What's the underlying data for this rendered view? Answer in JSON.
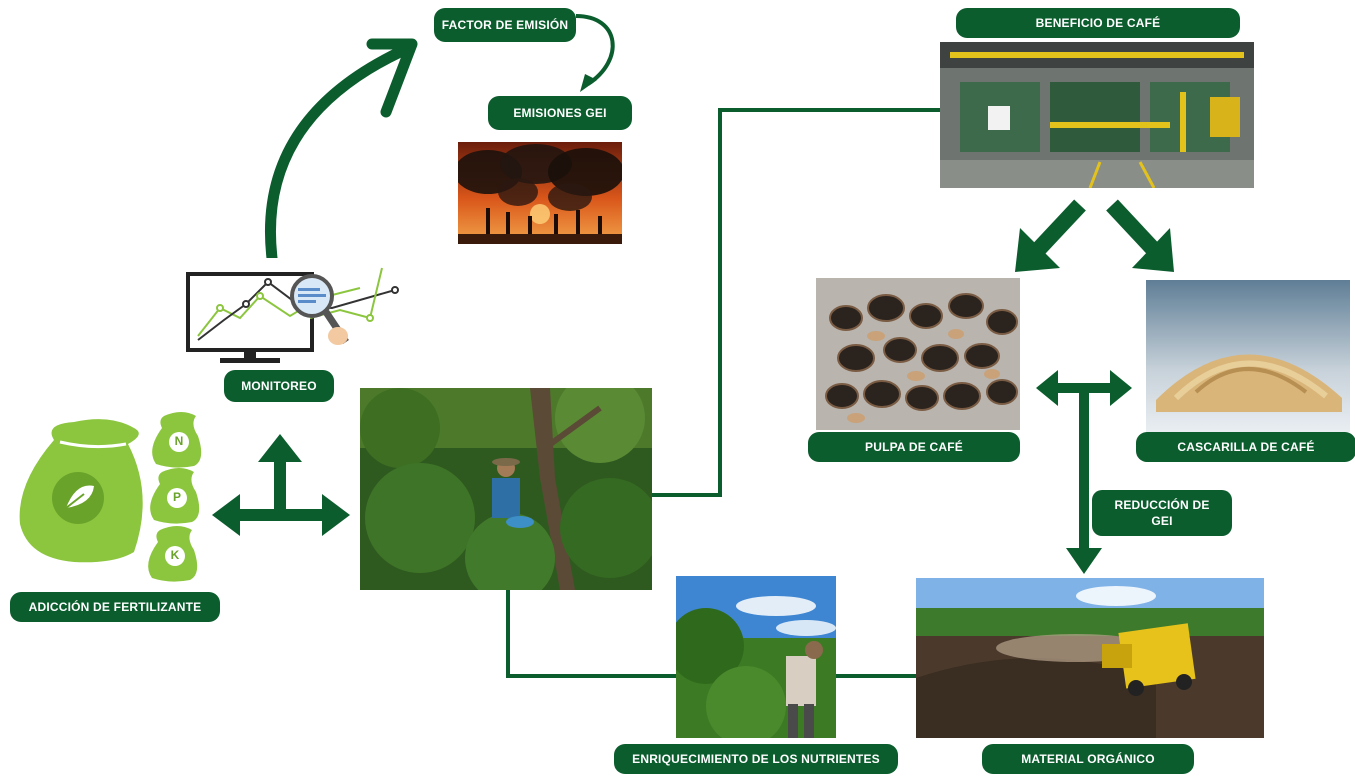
{
  "labels": {
    "factor_emision": "FACTOR DE EMISIÓN",
    "emisiones_gei": "EMISIONES GEI",
    "beneficio_cafe": "BENEFICIO DE CAFÉ",
    "monitoreo": "MONITOREO",
    "pulpa_cafe": "PULPA DE CAFÉ",
    "cascarilla_cafe": "CASCARILLA DE CAFÉ",
    "reduccion_gei_line1": "REDUCCIÓN DE",
    "reduccion_gei_line2": "GEI",
    "adiccion_fertilizante": "ADICCIÓN DE FERTILIZANTE",
    "enriquecimiento": "ENRIQUECIMIENTO DE LOS NUTRIENTES",
    "material_organico": "MATERIAL ORGÁNICO"
  },
  "fertilizer_nutrients": [
    "N",
    "P",
    "K"
  ],
  "colors": {
    "dark_green": "#0b5d2e",
    "light_green": "#8cc63f",
    "bright_green": "#7ac143"
  }
}
